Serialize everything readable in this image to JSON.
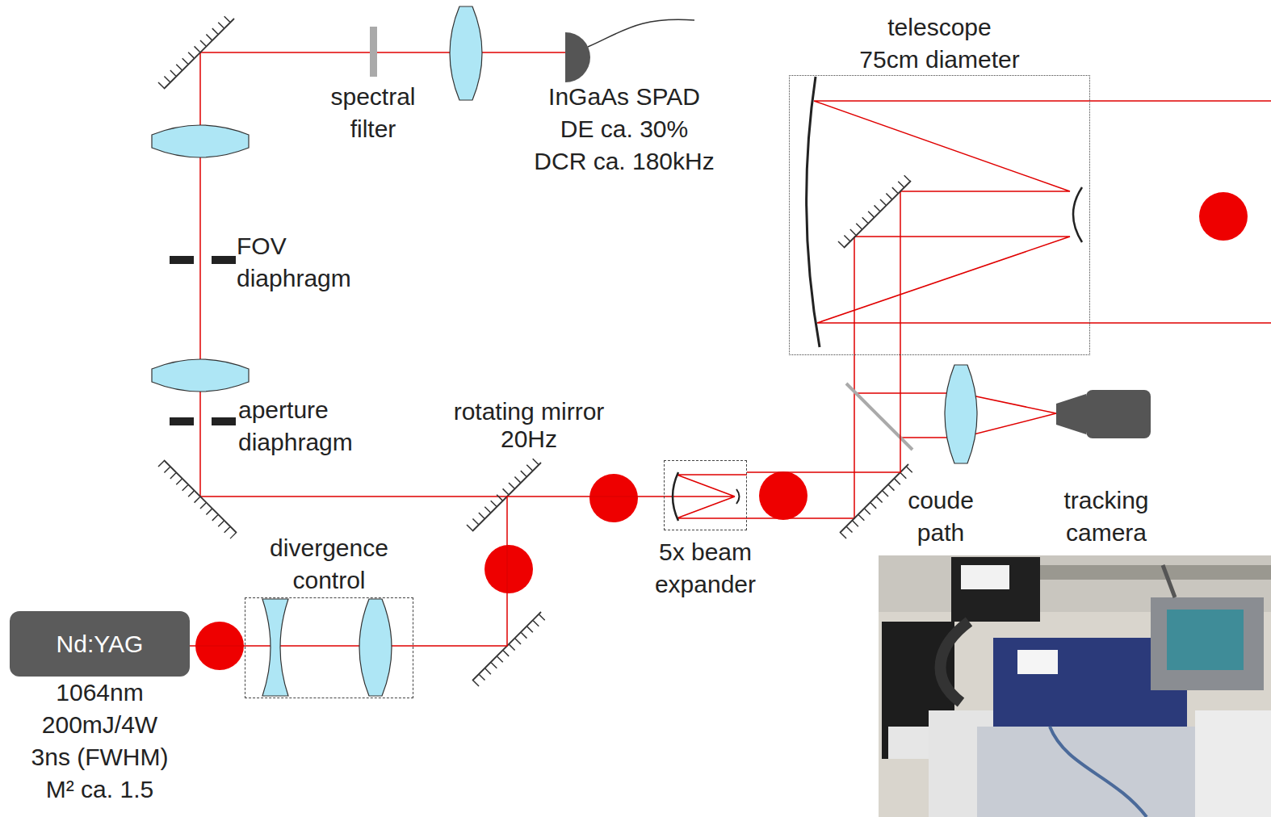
{
  "diagram": {
    "nodes": [
      {
        "text": [
          "telescope",
          "75cm diameter"
        ]
      },
      {
        "text": [
          "5x beam expander"
        ]
      },
      {
        "text": [
          "divergence control"
        ]
      },
      {
        "text": [
          "Nd:YAG",
          "1064nm",
          "200mJ/4W",
          "3ns (FWHM)",
          "M² ca. 1.5"
        ]
      }
    ],
    "edges": [
      {
        "from": 3,
        "to": 2,
        "arrow": "none"
      },
      {
        "from": 2,
        "to": 1,
        "arrow": "none"
      },
      {
        "from": 1,
        "to": 0,
        "arrow": "none"
      }
    ],
    "labels": [
      "spectral filter",
      "InGaAs SPAD",
      "DE ca. 30%",
      "DCR ca. 180kHz",
      "FOV diaphragm",
      "aperture diaphragm",
      "rotating mirror",
      "20Hz",
      "coude path",
      "tracking camera"
    ]
  }
}
